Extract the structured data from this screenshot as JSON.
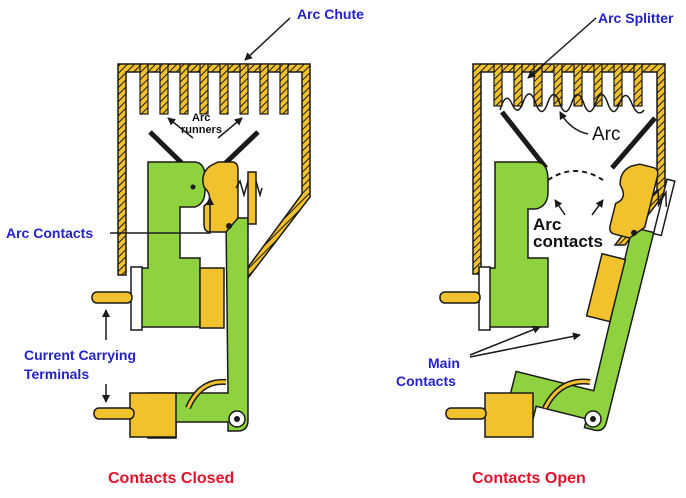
{
  "left_panel": {
    "labels": {
      "arc_chute": "Arc Chute",
      "arc_contacts": "Arc Contacts",
      "current_carrying_terminals_line1": "Current Carrying",
      "current_carrying_terminals_line2": "Terminals",
      "arc_runners_line1": "Arc",
      "arc_runners_line2": "runners"
    },
    "caption": "Contacts Closed"
  },
  "right_panel": {
    "labels": {
      "arc_splitter": "Arc Splitter",
      "arc": "Arc",
      "arc_contacts_line1": "Arc",
      "arc_contacts_line2": "contacts",
      "main_contacts_line1": "Main",
      "main_contacts_line2": "Contacts"
    },
    "caption": "Contacts Open"
  },
  "colors": {
    "green": "#8ed23f",
    "yellow": "#f2c12e",
    "label_blue": "#2323c8",
    "caption_red": "#e3112a",
    "outline": "#1a1a1a"
  }
}
